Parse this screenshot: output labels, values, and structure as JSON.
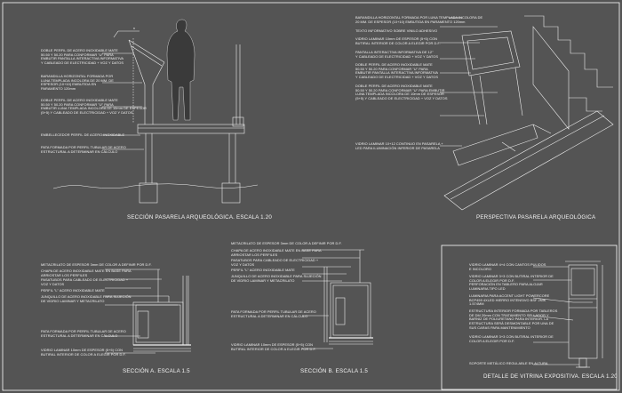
{
  "sheet": {
    "background": "#545454",
    "line_color": "#f0f0f0",
    "frame_color": "#ffffff"
  },
  "captions": {
    "section_main": "SECCIÓN PASARELA ARQUEOLÓGICA. ESCALA 1.20",
    "perspective": "PERSPECTIVA PASARELA ARQUEOLÓGICA",
    "section_a": "SECCIÓN A. ESCALA 1.5",
    "section_b": "SECCIÓN B. ESCALA 1.5",
    "vitrina": "DETALLE DE VITRINA  EXPOSITIVA. ESCALA 1.20"
  },
  "section_main_notes": [
    "DOBLE PERFIL DE ACERO INOXIDABLE MATE\n50.50 Y 50.20 PARA CONFORMAR \"U\" PARA\nEMBUTIR PANTALLA INTERACTIVA INFORMATIVA\nY CABLEADO DE ELECTRICIDAD + VOZ Y DATOS",
    "BARANDILLA HORIZONTAL FORMADA POR\nLUNA TEMPLADA INCOLORA DE 20 MM. DE\nESPESOR (10+10) EMBUTIDA EN\nPARAMENTO 120mm",
    "DOBLE PERFIL DE ACERO INOXIDABLE MATE\n50.50 Y 50.20 PARA CONFORMAR \"U\" PARA\nEMBUTIR LUNA TEMPLADA INCOLORA DE 10mm DE ESPESOR\n(5+5) Y CABLEADO DE ELECTRICIDAD + VOZ Y DATOS",
    "EMBELLECEDOR PERFIL DE ACERO INOXIDABLE",
    "PATA FORMADA POR PERFIL TUBULAR DE ACERO\nESTRUCTURAL A DETERMINAR EN CÁLCULO"
  ],
  "perspective_notes": [
    "BARANDILLA HORIZONTAL FORMADA POR LUNA TEMPLADA INCOLORA DE\n20 MM. DE ESPESOR (10+10) EMBUTIDA EN PARAMENTO 120mm",
    "TEXTO INFORMATIVO SOBRE VINILO ADHESIVO",
    "VIDRIO LAMINAR 10mm DE ESPESOR (5+5) CON\nBUTIRAL INTERIOR DE COLOR A ELEGIR POR D.F.",
    "PANTALLA INTERACTIVA INFORMATIVA DE 12\"\nY CABLEADO DE ELECTRICIDAD + VOZ Y DATOS",
    "DOBLE PERFIL DE ACERO INOXIDABLE MATE\n50.50 Y 50.20 PARA CONFORMAR \"U\" PARA\nEMBUTIR PANTALLA INTERACTIVA INFORMATIVA\nY CABLEADO DE ELECTRICIDAD + VOZ Y DATOS",
    "DOBLE PERFIL DE ACERO INOXIDABLE MATE\n50.50 Y 50.20 PARA CONFORMAR \"U\" PARA EMBUTIR\nLUNA TEMPLADA INCOLORA DE 10mm DE ESPESOR\n(5+5) Y CABLEADO DE ELECTRICIDAD + VOZ Y DATOS",
    "VIDRIO LAMINAR 10+12 CONTINUO EN PASARELA +\nLED PARA ILUMINACIÓN INFERIOR DE PASARELA"
  ],
  "section_a_notes": [
    "METACRILATO DE ESPESOR 3mm DE COLOR A DEFINIR POR D.F.",
    "CHAPA DE ACERO INOXIDABLE MATE EN BASE PARA\nARRIOSTAR LOS PERFILES",
    "PASATUBOS PARA CABLEADO DE ELECTRICIDAD +\nVOZ Y DATOS",
    "PERFIL \"L\" ACERO INOXIDABLE MATE",
    "JUNQUILLO DE ACERO INOXIDABLE PARA SUJECIÓN\nDE VIDRIO LAMINAR Y METACRILATO",
    "PATA FORMADA POR PERFIL TUBULAR DE ACERO\nESTRUCTURAL A DETERMINAR EN CÁLCULO",
    "VIDRIO LAMINAR 10mm DE ESPESOR (5+5) CON\nBUTIRAL INTERIOR DE COLOR A ELEGIR POR D.F."
  ],
  "section_b_notes": [
    "METACRILATO DE ESPESOR 3mm DE COLOR A DEFINIR POR D.F.",
    "CHAPA DE ACERO INOXIDABLE MATE EN BASE PARA\nARRIOSTAR LOS PERFILES",
    "PASATUBOS PARA CABLEADO DE ELECTRICIDAD +\nVOZ Y DATOS",
    "PERFIL \"L\" ACERO INOXIDABLE MATE",
    "JUNQUILLO DE ACERO INOXIDABLE PARA SUJECIÓN\nDE VIDRIO LAMINAR Y METACRILATO",
    "PATA FORMADA POR PERFIL TUBULAR DE ACERO\nESTRUCTURAL A DETERMINAR EN CÁLCULO",
    "VIDRIO LAMINAR 10mm DE ESPESOR (5+5) CON\nBUTIRAL INTERIOR DE COLOR A ELEGIR POR D.F."
  ],
  "vitrina_notes": [
    "VIDRIO LAMINAR 4+4 CON CANTOS PULIDOS\nE INCOLORO",
    "VIDRIO LAMINAR 3+3 CON BUTIRAL INTERIOR DE\nCOLOR A ELEGIR POR D.F.\nPERFORACIÓN EN TABLERO PARA ALOJAR\nLUMINARIA TIPO LED",
    "LUMINARIA PARA ACCENT LIGHT POWERCORE\nBCP459 4XLED HIERRO INTENSIVO BSF 2NIK\n1.574MM",
    "ESTRUCTURA INTERIOR FORMADA POR TABLEROS\nDE DM 20mm CON TRATAMIENTO SELLADOR Y\nBARNIZ DE POLIURETANO PARA INTERIOR. LA\nESTRUCTURA SERÁ DESMONTABLE POR UNA DE\nSUS CARAS PARA MANTENIMIENTO",
    "VIDRIO LAMINAR 3+3 CON BUTIRAL INTERIOR DE\nCOLOR A ELEGIR POR D.F.",
    "SOPORTE METÁLICO REGULABLE EN ALTURA"
  ],
  "labels": {
    "cut_b": "B",
    "cut_a": "A"
  }
}
